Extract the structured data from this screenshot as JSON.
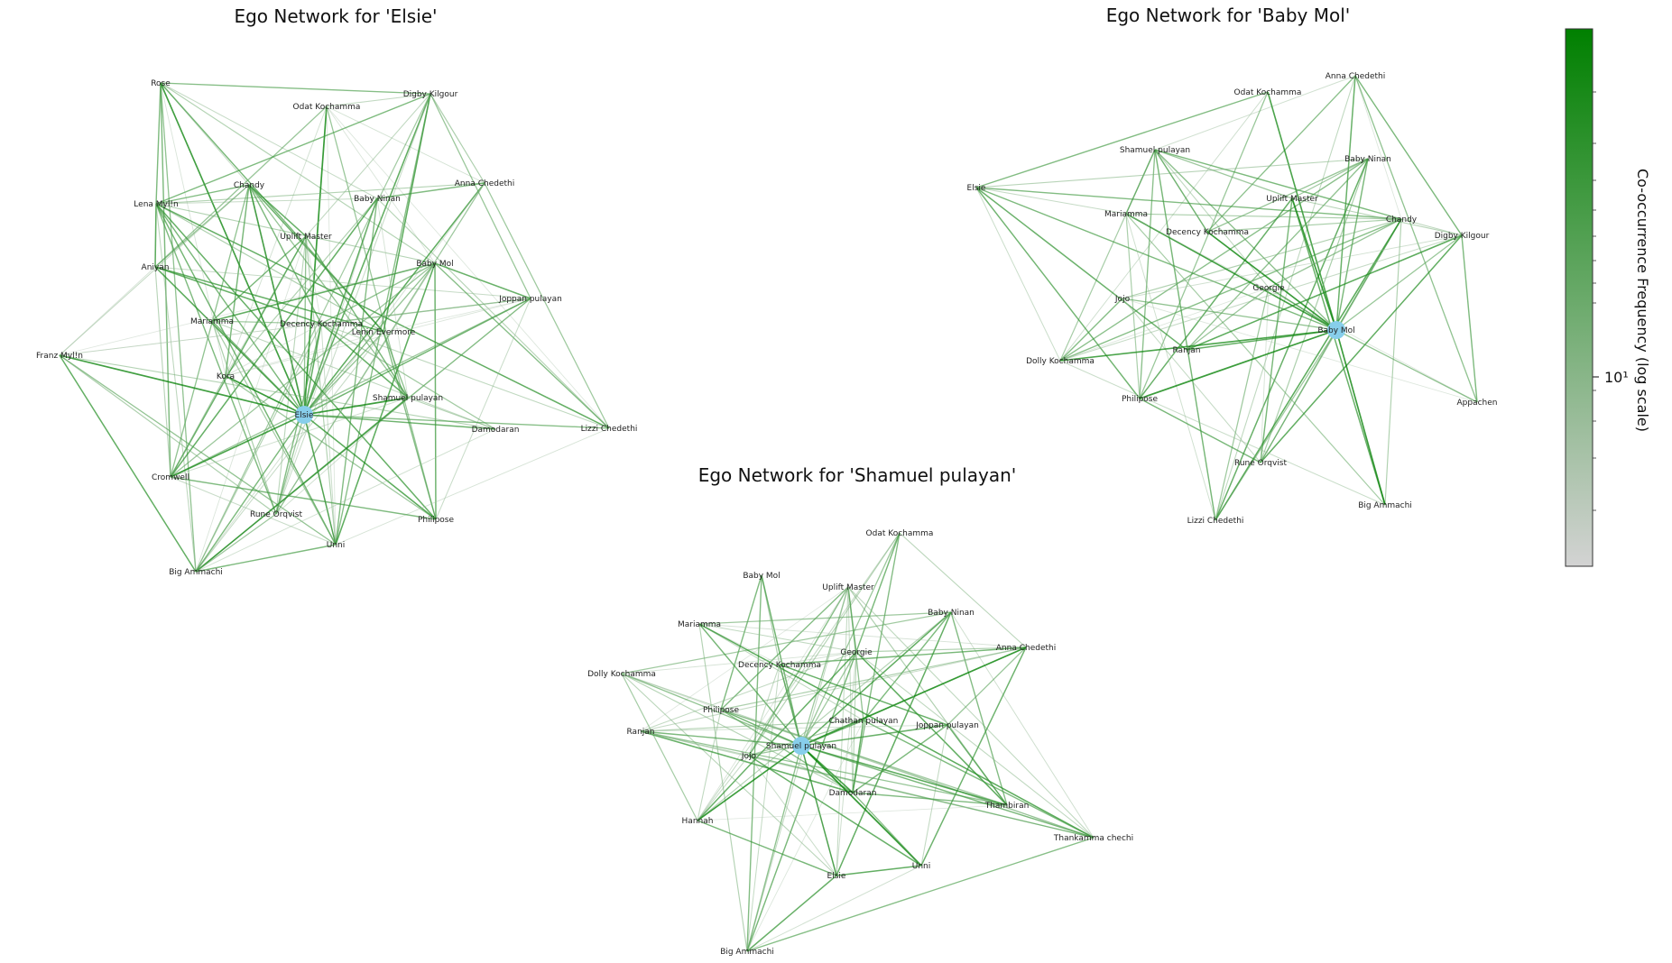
{
  "colorbar": {
    "label": "Co-occurrence Frequency (log scale)",
    "tick_label": "10¹",
    "low_color": "#d3d3d3",
    "high_color": "#008000"
  },
  "node_color": "#87ceeb",
  "networks": [
    {
      "id": "elsie",
      "title": "Ego Network for 'Elsie'",
      "ego": "Elsie",
      "nodes": [
        "Rose",
        "Odat Kochamma",
        "Digby Kilgour",
        "Lena Myl!n",
        "Chandy",
        "Baby Ninan",
        "Anna Chedethi",
        "Uplift Master",
        "Aniyan",
        "Baby Mol",
        "Joppan pulayan",
        "Mariamma",
        "Decency Kochamma",
        "Lenin Evermore",
        "Franz Myl!n",
        "Kora",
        "Shamuel pulayan",
        "Elsie",
        "Damodaran",
        "Lizzi Chedethi",
        "Cromwell",
        "Rune Orqvist",
        "Philipose",
        "Unni",
        "Big Ammachi"
      ]
    },
    {
      "id": "babymol",
      "title": "Ego Network for 'Baby Mol'",
      "ego": "Baby Mol",
      "nodes": [
        "Anna Chedethi",
        "Odat Kochamma",
        "Shamuel pulayan",
        "Baby Ninan",
        "Elsie",
        "Uplift Master",
        "Chandy",
        "Mariamma",
        "Decency Kochamma",
        "Digby Kilgour",
        "Georgie",
        "Jojo",
        "Baby Mol",
        "Ranjan",
        "Dolly Kochamma",
        "Philipose",
        "Appachen",
        "Rune Orqvist",
        "Big Ammachi",
        "Lizzi Chedethi"
      ]
    },
    {
      "id": "shamuel",
      "title": "Ego Network for 'Shamuel pulayan'",
      "ego": "Shamuel pulayan",
      "nodes": [
        "Odat Kochamma",
        "Baby Mol",
        "Uplift Master",
        "Baby Ninan",
        "Mariamma",
        "Anna Chedethi",
        "Georgie",
        "Dolly Kochamma",
        "Decency Kochamma",
        "Philipose",
        "Chathan pulayan",
        "Joppan pulayan",
        "Ranjan",
        "Shamuel pulayan",
        "Jojo",
        "Damodaran",
        "Thambiran",
        "Hannah",
        "Thankamma chechi",
        "Unni",
        "Elsie",
        "Big Ammachi"
      ]
    }
  ]
}
